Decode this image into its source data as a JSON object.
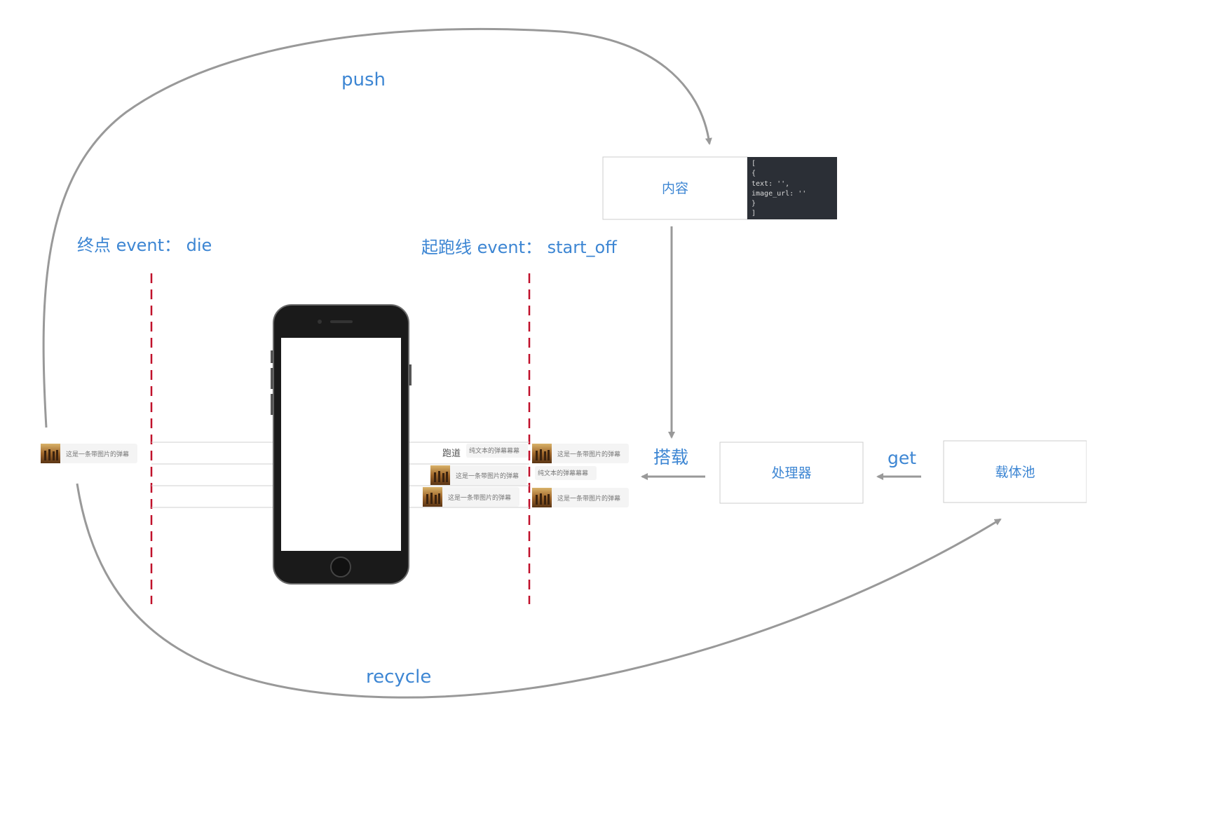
{
  "labels": {
    "push": "push",
    "recycle": "recycle",
    "end_line": "终点 event： die",
    "start_line": "起跑线 event： start_off",
    "mount": "搭载",
    "get": "get",
    "runway": "跑道"
  },
  "boxes": {
    "content": "内容",
    "processor": "处理器",
    "pool": "载体池"
  },
  "code": {
    "line1": "[",
    "line2": "  {",
    "line3": "    text: '',",
    "line4": "    image_url: ''",
    "line5": "  }",
    "line6": "]"
  },
  "danmaku": {
    "image_text": "这是一条带图片的弹幕",
    "plain_text": "纯文本的弹幕幕幕"
  },
  "colors": {
    "label": "#3d86d3",
    "dashed_line": "#c0102a",
    "arrow": "#999999",
    "code_bg": "#2b2f36"
  }
}
